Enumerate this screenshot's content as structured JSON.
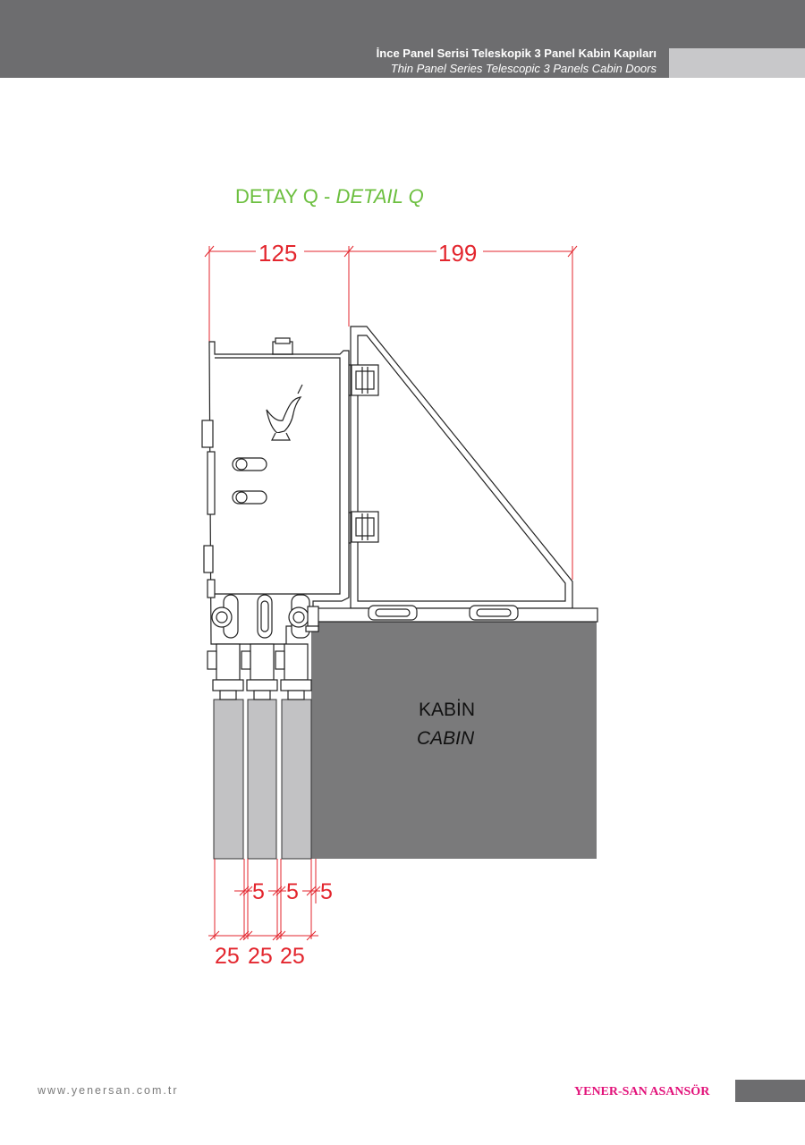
{
  "header": {
    "title_tr": "İnce Panel Serisi Teleskopik 3 Panel Kabin Kapıları",
    "title_en": "Thin Panel Series Telescopic 3 Panels Cabin Doors"
  },
  "detail": {
    "title_tr": "DETAY Q -",
    "title_en": "DETAIL Q"
  },
  "dimensions": {
    "top_left": "125",
    "top_right": "199",
    "gap_1": "5",
    "gap_2": "5",
    "gap_3": "5",
    "panel_1": "25",
    "panel_2": "25",
    "panel_3": "25"
  },
  "cabin": {
    "label_tr": "KABİN",
    "label_en": "CABIN"
  },
  "colors": {
    "dimension": "#e3262e",
    "header": "#6d6d6f",
    "title_green": "#6cbf3f",
    "cabin_fill": "#7a7a7b",
    "panel_fill": "#c2c2c4",
    "brand": "#e2127a"
  },
  "footer": {
    "url": "www.yenersan.com.tr",
    "brand": "YENER-SAN ASANSÖR"
  }
}
